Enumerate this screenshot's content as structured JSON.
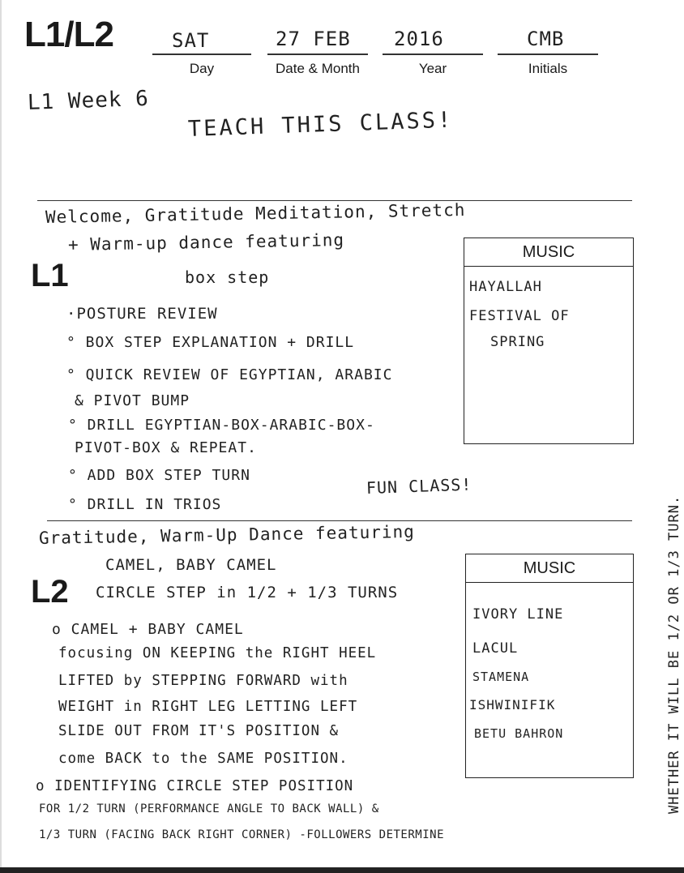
{
  "header": {
    "title": "L1/L2",
    "fields": [
      {
        "label": "Day",
        "value": "SAT"
      },
      {
        "label": "Date & Month",
        "value": "27 FEB"
      },
      {
        "label": "Year",
        "value": "2016"
      },
      {
        "label": "Initials",
        "value": "CMB"
      }
    ]
  },
  "top_note": {
    "line1": "L1 Week 6",
    "line2": "TEACH THIS CLASS!"
  },
  "l1": {
    "label": "L1",
    "intro": [
      "Welcome, Gratitude Meditation, Stretch",
      "+ Warm-up dance featuring",
      "box step"
    ],
    "items": [
      "·POSTURE REVIEW",
      "° BOX STEP EXPLANATION + DRILL",
      "° QUICK REVIEW OF EGYPTIAN, ARABIC",
      "& PIVOT BUMP",
      "° DRILL EGYPTIAN-BOX-ARABIC-BOX-",
      "PIVOT-BOX & REPEAT.",
      "° ADD BOX STEP TURN",
      "° DRILL IN TRIOS"
    ],
    "side_note": "FUN CLASS!",
    "music": {
      "header": "MUSIC",
      "lines": [
        "HAYALLAH",
        "FESTIVAL OF",
        "SPRING"
      ]
    }
  },
  "l2": {
    "label": "L2",
    "intro": [
      "Gratitude, Warm-Up Dance featuring",
      "CAMEL, BABY CAMEL",
      "CIRCLE STEP in 1/2 + 1/3 TURNS"
    ],
    "items": [
      "o CAMEL + BABY CAMEL",
      "focusing ON KEEPING the RIGHT HEEL",
      "LIFTED by STEPPING FORWARD with",
      "WEIGHT in RIGHT LEG LETTING LEFT",
      "SLIDE OUT FROM IT'S POSITION &",
      "come BACK to the SAME POSITION.",
      "o IDENTIFYING CIRCLE STEP POSITION",
      "FOR 1/2 TURN (PERFORMANCE ANGLE TO BACK WALL) &",
      "1/3 TURN (FACING BACK RIGHT CORNER) -FOLLOWERS DETERMINE"
    ],
    "music": {
      "header": "MUSIC",
      "lines": [
        "IVORY LINE",
        "LACUL",
        "STAMENA",
        "ISHWINIFIK",
        "BETU BAHRON"
      ]
    },
    "margin_note": "WHETHER IT WILL BE 1/2 OR 1/3 TURN."
  }
}
